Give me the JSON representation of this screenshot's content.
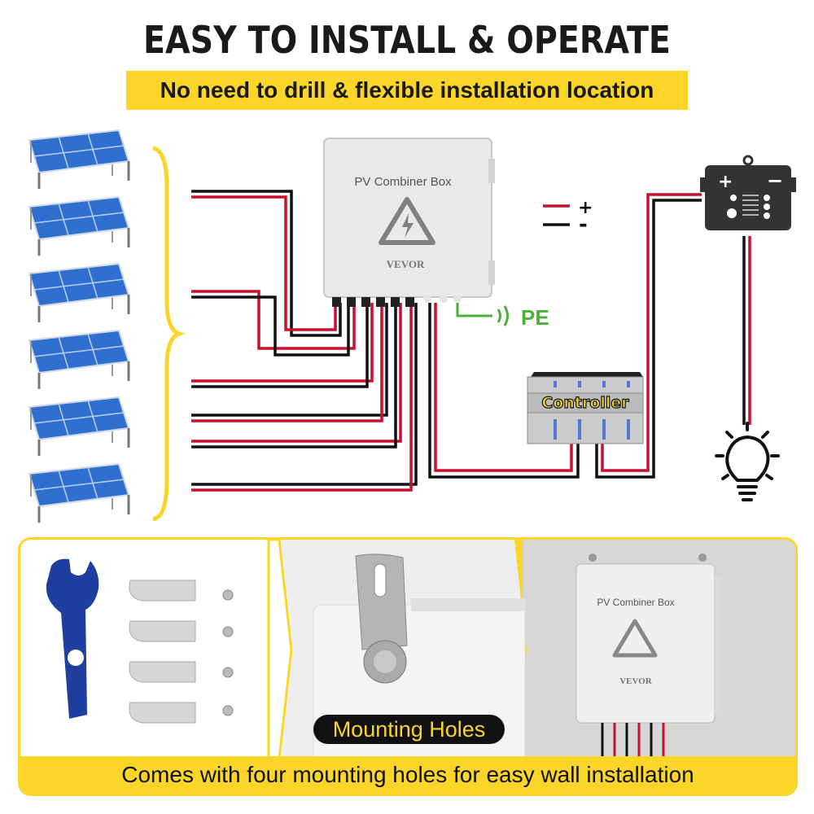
{
  "header": {
    "title": "EASY TO INSTALL & OPERATE",
    "subtitle": "No need to drill & flexible installation location"
  },
  "diagram": {
    "combiner_box_label": "PV Combiner Box",
    "brand": "VEVOR",
    "legend": {
      "positive": "+",
      "negative": "-"
    },
    "ground_label": "PE",
    "controller_label": "Controller",
    "battery_symbols": {
      "positive": "+",
      "negative": "−"
    },
    "solar_panel_count": 6,
    "colors": {
      "positive_wire": "#c8102e",
      "negative_wire": "#111111",
      "ground": "#4caf3a",
      "accent": "#fbd629",
      "panel": "#2f6fd0"
    }
  },
  "accessories": {
    "mounting_label": "Mounting Holes",
    "photo_box_label": "PV Combiner Box",
    "photo_brand": "VEVOR",
    "caption": "Comes with four mounting holes for easy wall installation"
  }
}
